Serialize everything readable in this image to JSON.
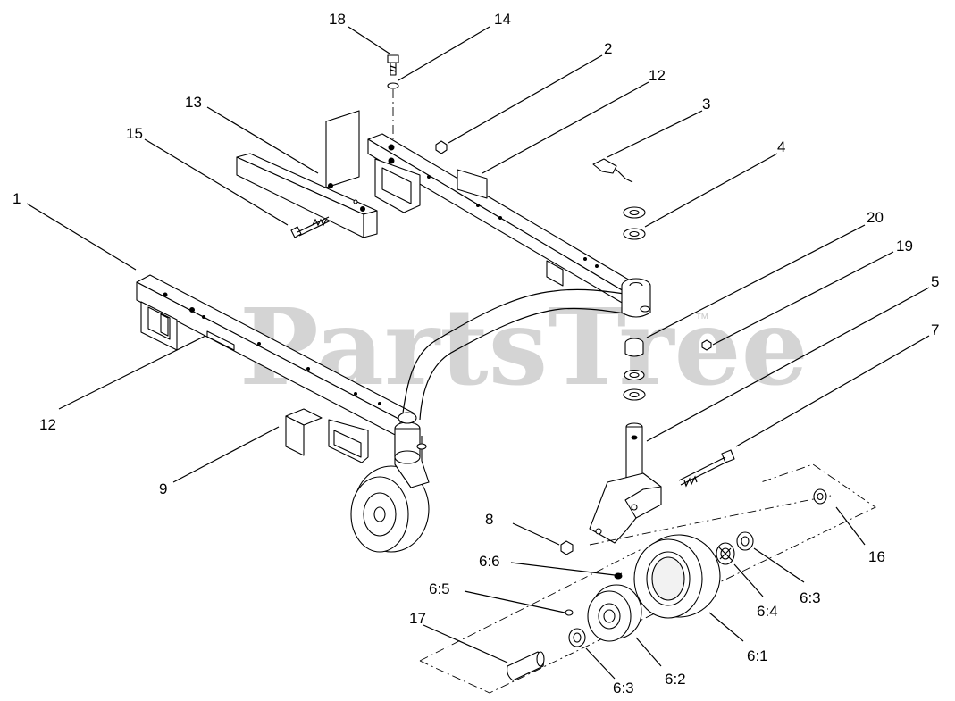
{
  "watermark": {
    "text": "PartsTree",
    "trademark": "™"
  },
  "callouts": {
    "c18": "18",
    "c14": "14",
    "c2": "2",
    "c12_top": "12",
    "c3": "3",
    "c13": "13",
    "c15": "15",
    "c4": "4",
    "c1": "1",
    "c20": "20",
    "c19": "19",
    "c5": "5",
    "c7": "7",
    "c12_left": "12",
    "c9": "9",
    "c8": "8",
    "c16": "16",
    "c6_6": "6:6",
    "c6_5": "6:5",
    "c6_4": "6:4",
    "c6_3_right": "6:3",
    "c17": "17",
    "c6_1": "6:1",
    "c6_2": "6:2",
    "c6_3_bottom": "6:3"
  }
}
